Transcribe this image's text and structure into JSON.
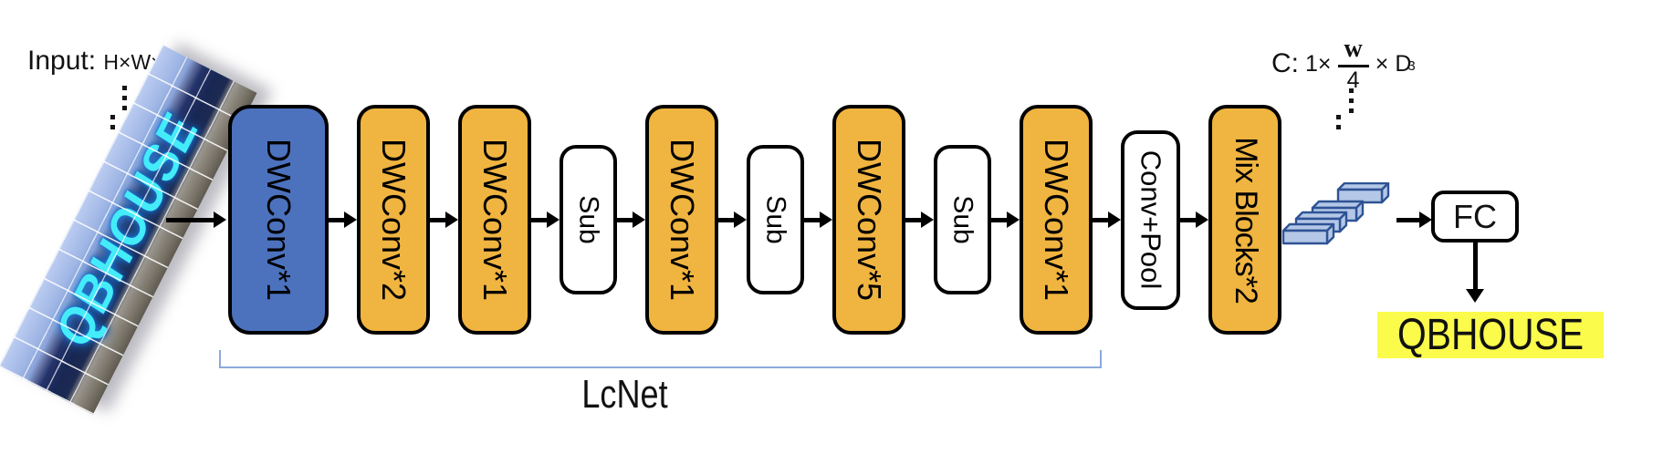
{
  "figure": {
    "input": {
      "label": "Input:",
      "dims": "H×W×3",
      "photo_text": "QBHOUSE"
    },
    "pipeline": {
      "blocks": [
        {
          "label": "DWConv*1",
          "kind": "conv-blue"
        },
        {
          "label": "DWConv*2",
          "kind": "conv-orange"
        },
        {
          "label": "DWConv*1",
          "kind": "conv-orange"
        },
        {
          "label": "Sub",
          "kind": "sub"
        },
        {
          "label": "DWConv*1",
          "kind": "conv-orange"
        },
        {
          "label": "Sub",
          "kind": "sub"
        },
        {
          "label": "DWConv*5",
          "kind": "conv-orange"
        },
        {
          "label": "Sub",
          "kind": "sub"
        },
        {
          "label": "DWConv*1",
          "kind": "conv-orange"
        },
        {
          "label": "Conv+Pool",
          "kind": "pool"
        },
        {
          "label": "Mix Blocks*2",
          "kind": "conv-orange"
        }
      ]
    },
    "lcnet_label": "LcNet",
    "feature": {
      "prefix": "C:",
      "factor": "1×",
      "numerator": "w",
      "denominator": "4",
      "times": "×",
      "dim": "D",
      "dim_sub": "3"
    },
    "fc_label": "FC",
    "output_text": "QBHOUSE",
    "colors": {
      "blue_block": "#4C72BE",
      "orange_block": "#F0B440",
      "white_block": "#FFFFFF",
      "bracket": "#8EA9DB",
      "highlight_yellow": "#FBFB4B",
      "cuboid_fill": "#B4C7E7",
      "cuboid_stroke": "#2E5395",
      "photo_text_color": "#43ECF8"
    }
  }
}
